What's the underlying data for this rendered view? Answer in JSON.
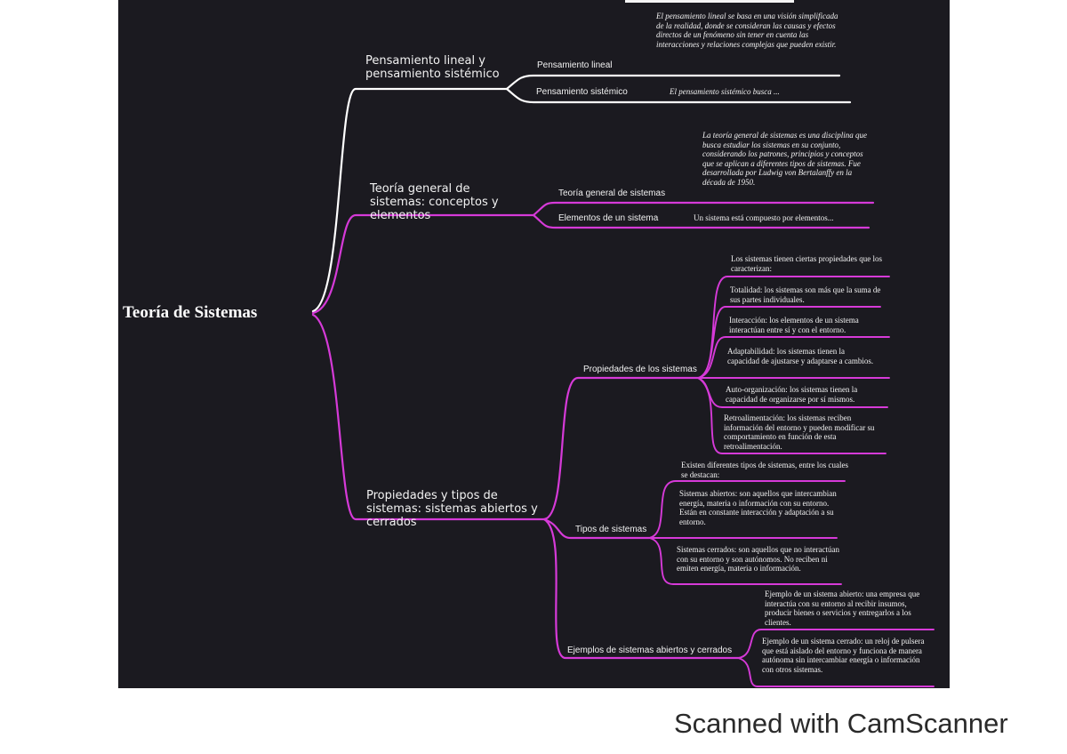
{
  "root": "Teoría de Sistemas",
  "branches": [
    {
      "title": "Pensamiento lineal y pensamiento sistémico",
      "children": [
        {
          "label": "Pensamiento lineal",
          "text": "El pensamiento lineal se basa en una visión simplificada de la realidad, donde se consideran las causas y efectos directos de un fenómeno sin tener en cuenta las interacciones y relaciones complejas que pueden existir."
        },
        {
          "label": "Pensamiento sistémico",
          "text": "El pensamiento sistémico busca ..."
        }
      ]
    },
    {
      "title": "Teoría general de sistemas: conceptos y elementos",
      "children": [
        {
          "label": "Teoría general de sistemas",
          "text": "La teoría general de sistemas es una disciplina que busca estudiar los sistemas en su conjunto, considerando los patrones, principios y conceptos que se aplican a diferentes tipos de sistemas. Fue desarrollada por Ludwig von Bertalanffy en la década de 1950."
        },
        {
          "label": "Elementos de un sistema",
          "text": "Un sistema está compuesto por elementos..."
        }
      ]
    },
    {
      "title": "Propiedades y tipos de sistemas: sistemas abiertos y cerrados",
      "children": [
        {
          "label": "Propiedades de los sistemas",
          "items": [
            "Los sistemas tienen ciertas propiedades que los caracterizan:",
            "Totalidad: los sistemas son más que la suma de sus partes individuales.",
            "Interacción: los elementos de un sistema interactúan entre sí y con el entorno.",
            "Adaptabilidad: los sistemas tienen la capacidad de ajustarse y adaptarse a cambios.",
            "Auto-organización: los sistemas tienen la capacidad de organizarse por sí mismos.",
            "Retroalimentación: los sistemas reciben información del entorno y pueden modificar su comportamiento en función de esta retroalimentación."
          ]
        },
        {
          "label": "Tipos de sistemas",
          "items": [
            "Existen diferentes tipos de sistemas, entre los cuales se destacan:",
            "Sistemas abiertos: son aquellos que intercambian energía, materia o información con su entorno. Están en constante interacción y adaptación a su entorno.",
            "Sistemas cerrados: son aquellos que no interactúan con su entorno y son autónomos. No reciben ni emiten energía, materia o información."
          ]
        },
        {
          "label": "Ejemplos de sistemas abiertos y cerrados",
          "items": [
            "Ejemplo de un sistema abierto: una empresa que interactúa con su entorno al recibir insumos, producir bienes o servicios y entregarlos a los clientes.",
            "Ejemplo de un sistema cerrado: un reloj de pulsera que está aislado del entorno y funciona de manera autónoma sin intercambiar energía o información con otros sistemas."
          ]
        }
      ]
    }
  ],
  "footer": "Scanned with CamScanner",
  "colors": {
    "background": "#1b1a20",
    "branch_white": "#ffffff",
    "branch_magenta": "#d63ad8"
  }
}
